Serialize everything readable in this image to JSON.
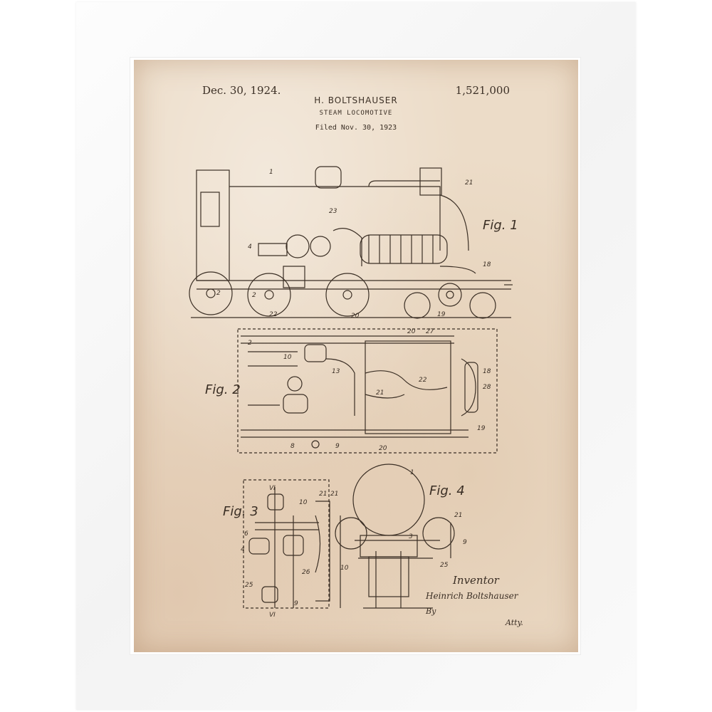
{
  "patent": {
    "date": "Dec. 30, 1924.",
    "number": "1,521,000",
    "inventor": "H. BOLTSHAUSER",
    "title": "STEAM LOCOMOTIVE",
    "filed": "Filed Nov. 30, 1923"
  },
  "figures": {
    "fig1": "Fig. 1",
    "fig2": "Fig. 2",
    "fig3": "Fig. 3",
    "fig4": "Fig. 4"
  },
  "signature": {
    "heading": "Inventor",
    "name": "Heinrich Boltshauser",
    "by": "By",
    "attorney": "Atty."
  },
  "colors": {
    "frame": "#fbfbfb",
    "paper": "#ecdcc8",
    "ink": "#3b2f25"
  }
}
